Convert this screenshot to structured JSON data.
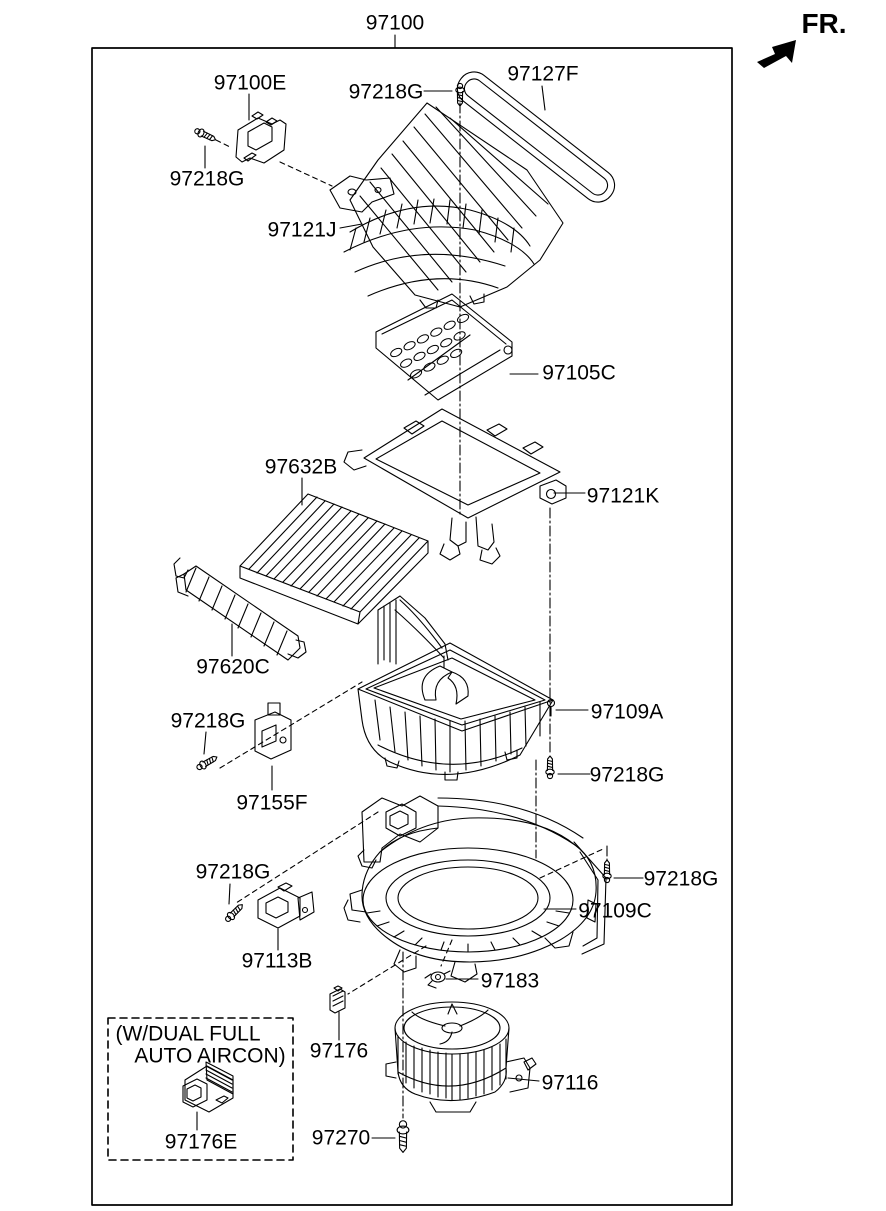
{
  "diagram": {
    "assembly_number": "97100",
    "orientation_label": "FR.",
    "callouts": {
      "c97100e": "97100E",
      "c97218g": "97218G",
      "c97127f": "97127F",
      "c97121j": "97121J",
      "c97105c": "97105C",
      "c97632b": "97632B",
      "c97121k": "97121K",
      "c97620c": "97620C",
      "c97155f": "97155F",
      "c97109a": "97109A",
      "c97109c": "97109C",
      "c97113b": "97113B",
      "c97183": "97183",
      "c97176": "97176",
      "c97116": "97116",
      "c97270": "97270",
      "c97176e": "97176E"
    },
    "inset_note": {
      "line1": "(W/DUAL FULL",
      "line2": "AUTO AIRCON)"
    },
    "colors": {
      "line": "#000000",
      "background": "#ffffff"
    }
  }
}
